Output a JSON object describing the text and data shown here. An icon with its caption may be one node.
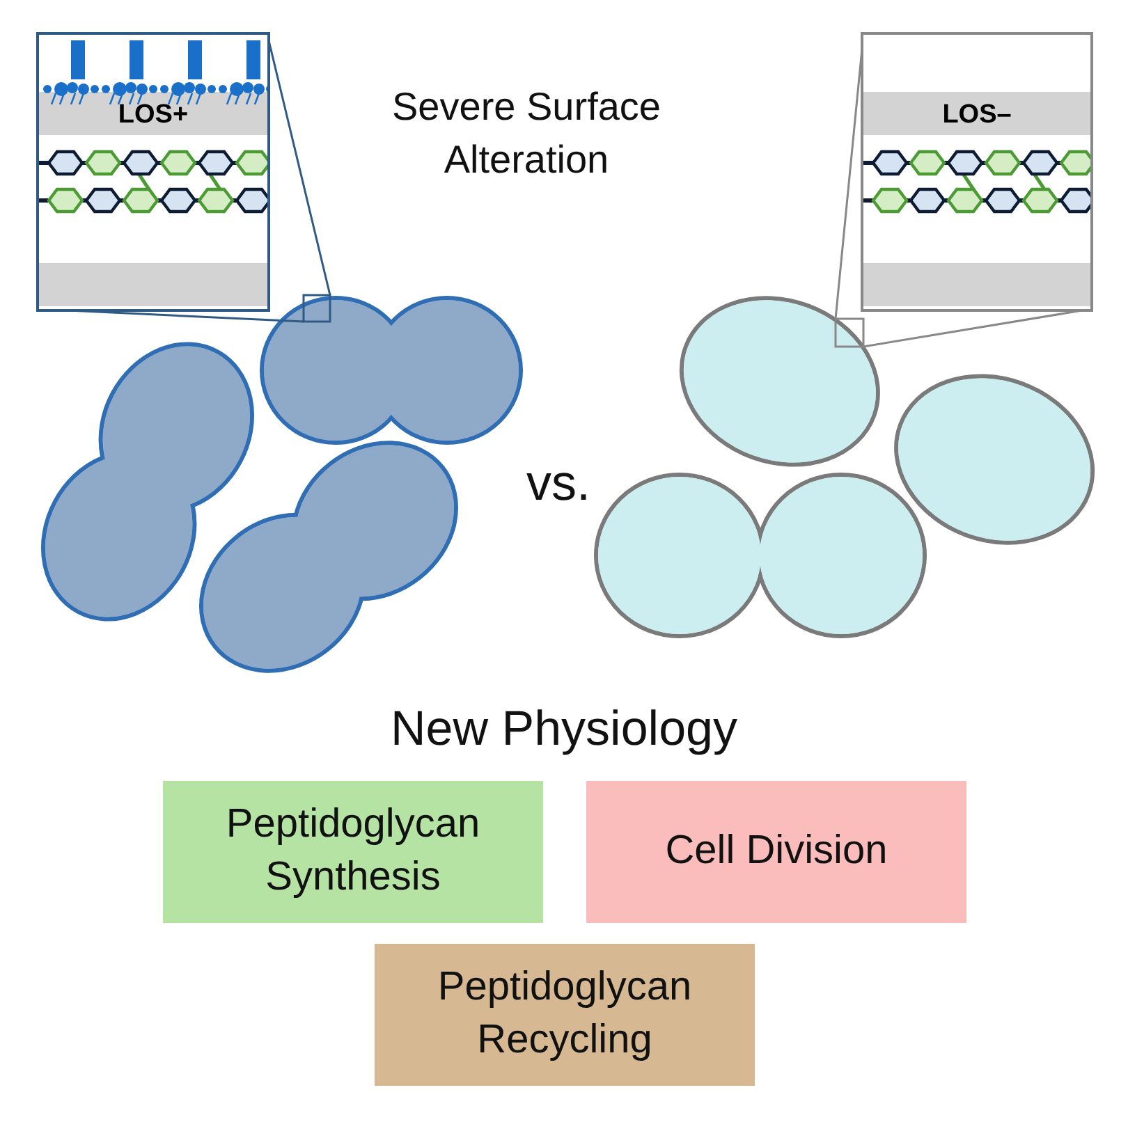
{
  "diagram": {
    "title": "Severe Surface Alteration",
    "nodes": [
      {
        "text": [
          "LOS+"
        ]
      },
      {
        "text": [
          "LOS–"
        ]
      },
      {
        "text": [
          "Peptidoglycan Synthesis"
        ]
      },
      {
        "text": [
          "Cell Division"
        ]
      },
      {
        "text": [
          "Peptidoglycan Recycling"
        ]
      }
    ],
    "labels": [
      "vs.",
      "New Physiology"
    ]
  }
}
